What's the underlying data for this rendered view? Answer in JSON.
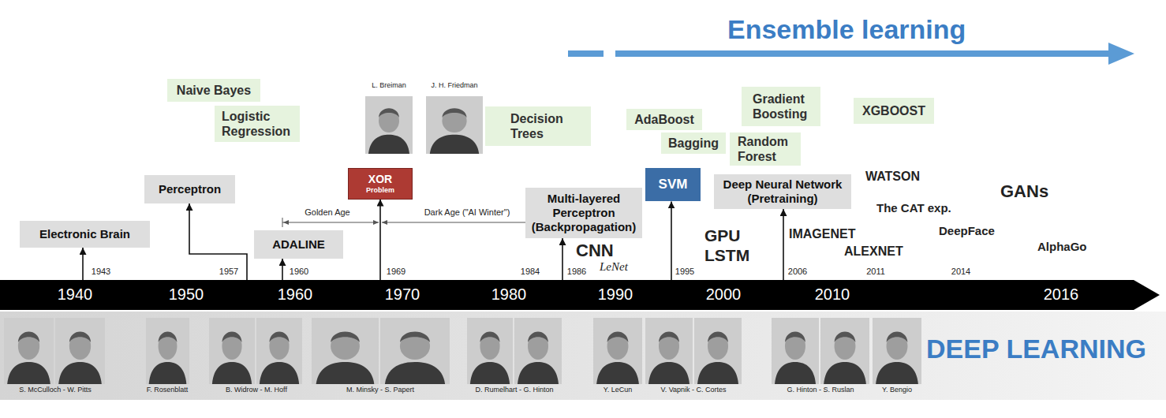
{
  "diagram": {
    "nodes": [
      {
        "text": [
          "Naive Bayes"
        ]
      },
      {
        "text": [
          "Logistic Regression"
        ]
      },
      {
        "text": [
          "Gradient Boosting"
        ]
      },
      {
        "text": [
          "XGBOOST"
        ]
      },
      {
        "text": [
          "Decision Trees"
        ]
      },
      {
        "text": [
          "AdaBoost"
        ]
      },
      {
        "text": [
          "Bagging"
        ]
      },
      {
        "text": [
          "Random Forest"
        ]
      },
      {
        "text": [
          "XOR",
          "Problem"
        ]
      },
      {
        "text": [
          "SVM"
        ]
      },
      {
        "text": [
          "Perceptron"
        ]
      },
      {
        "text": [
          "Deep Neural Network (Pretraining)"
        ]
      },
      {
        "text": [
          "Multi-layered Perceptron (Backpropagation)"
        ]
      },
      {
        "text": [
          "Electronic Brain"
        ]
      },
      {
        "text": [
          "ADALINE"
        ]
      },
      {
        "text": [
          "1940",
          "1950",
          "1960",
          "1970",
          "1980",
          "1990",
          "2000",
          "2010",
          "2016"
        ]
      }
    ],
    "edges": [
      {
        "from": 15,
        "to": 13,
        "arrow": "to"
      },
      {
        "from": 15,
        "to": 10,
        "arrow": "to"
      },
      {
        "from": 15,
        "to": 14,
        "arrow": "to"
      },
      {
        "from": 15,
        "to": 8,
        "arrow": "to"
      },
      {
        "from": 15,
        "to": 12,
        "arrow": "to"
      },
      {
        "from": 15,
        "to": 9,
        "arrow": "to"
      },
      {
        "from": 15,
        "to": 11,
        "arrow": "to"
      }
    ],
    "labels": [
      "Ensemble learning",
      "L. Breiman",
      "J. H. Friedman",
      "Golden Age",
      "Dark Age (\"AI Winter\")",
      "WATSON",
      "GANs",
      "The CAT exp.",
      "DeepFace",
      "GPU",
      "IMAGENET",
      "AlphaGo",
      "CNN",
      "ALEXNET",
      "LSTM",
      "LeNet",
      "1943",
      "1957",
      "1960",
      "1969",
      "1984",
      "1986",
      "1995",
      "2006",
      "2011",
      "2014",
      "S. McCulloch - W. Pitts",
      "F. Rosenblatt",
      "B. Widrow - M. Hoff",
      "M. Minsky - S. Papert",
      "D. Rumelhart - G. Hinton",
      "Y. LeCun",
      "V. Vapnik - C. Cortes",
      "G. Hinton - S. Ruslan",
      "Y. Bengio",
      "DEEP LEARNING"
    ]
  }
}
